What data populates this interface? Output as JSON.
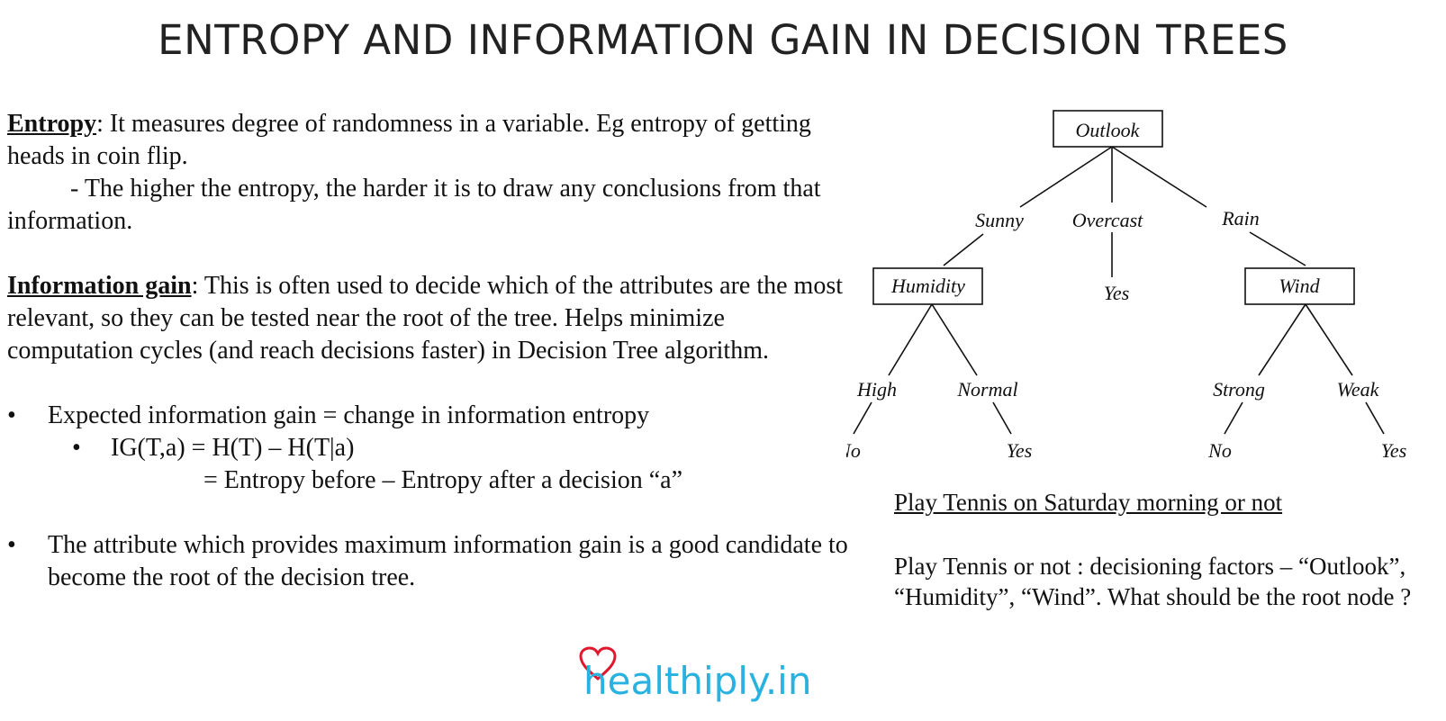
{
  "title": "ENTROPY AND INFORMATION GAIN IN DECISION TREES",
  "entropy": {
    "term": "Entropy",
    "text1": ": It measures degree of randomness in a variable. Eg entropy of getting heads in coin flip.",
    "text2": "- The higher the entropy, the harder it is to draw any conclusions from that information."
  },
  "info_gain": {
    "term": "Information gain",
    "text": ": This is often used to decide which of the attributes are the most relevant, so they can be tested near the root of the tree. Helps minimize computation cycles (and reach decisions faster) in Decision Tree algorithm."
  },
  "bullets": {
    "b1": "Expected information gain = change in information entropy",
    "b1_sub": "IG(T,a) = H(T) – H(T|a)",
    "b1_sub2": "= Entropy before – Entropy after a decision “a”",
    "b2": "The attribute which provides maximum information gain is a good candidate to become the root of the decision tree."
  },
  "tree": {
    "root": "Outlook",
    "edge_sunny": "Sunny",
    "edge_overcast": "Overcast",
    "edge_rain": "Rain",
    "node_humidity": "Humidity",
    "leaf_overcast": "Yes",
    "node_wind": "Wind",
    "edge_high": "High",
    "edge_normal": "Normal",
    "edge_strong": "Strong",
    "edge_weak": "Weak",
    "leaf_high": "No",
    "leaf_normal": "Yes",
    "leaf_strong": "No",
    "leaf_weak": "Yes"
  },
  "caption": "Play Tennis on Saturday morning or not",
  "description": "Play Tennis or not : decisioning factors – “Outlook”, “Humidity”, “Wind”. What should be the root node ?",
  "logo": {
    "text": "healthiply.in",
    "color": "#29b2e0",
    "heart_color": "#e0182d"
  },
  "bullet_glyph": "•"
}
